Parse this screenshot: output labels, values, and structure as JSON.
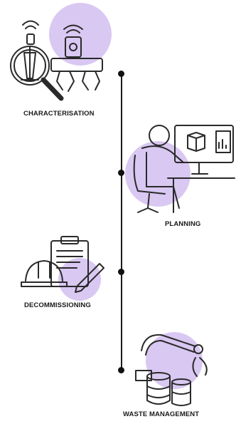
{
  "stages": [
    {
      "label": "CHARACTERISATION",
      "icon": "magnifier-robot-icon"
    },
    {
      "label": "PLANNING",
      "icon": "person-at-computer-icon"
    },
    {
      "label": "DECOMMISSIONING",
      "icon": "hardhat-clipboard-icon"
    },
    {
      "label": "WASTE MANAGEMENT",
      "icon": "robot-arm-barrels-icon"
    }
  ],
  "colors": {
    "accent": "#d9c8f2",
    "ink": "#2a2a2a",
    "line": "#1b1b1b"
  }
}
